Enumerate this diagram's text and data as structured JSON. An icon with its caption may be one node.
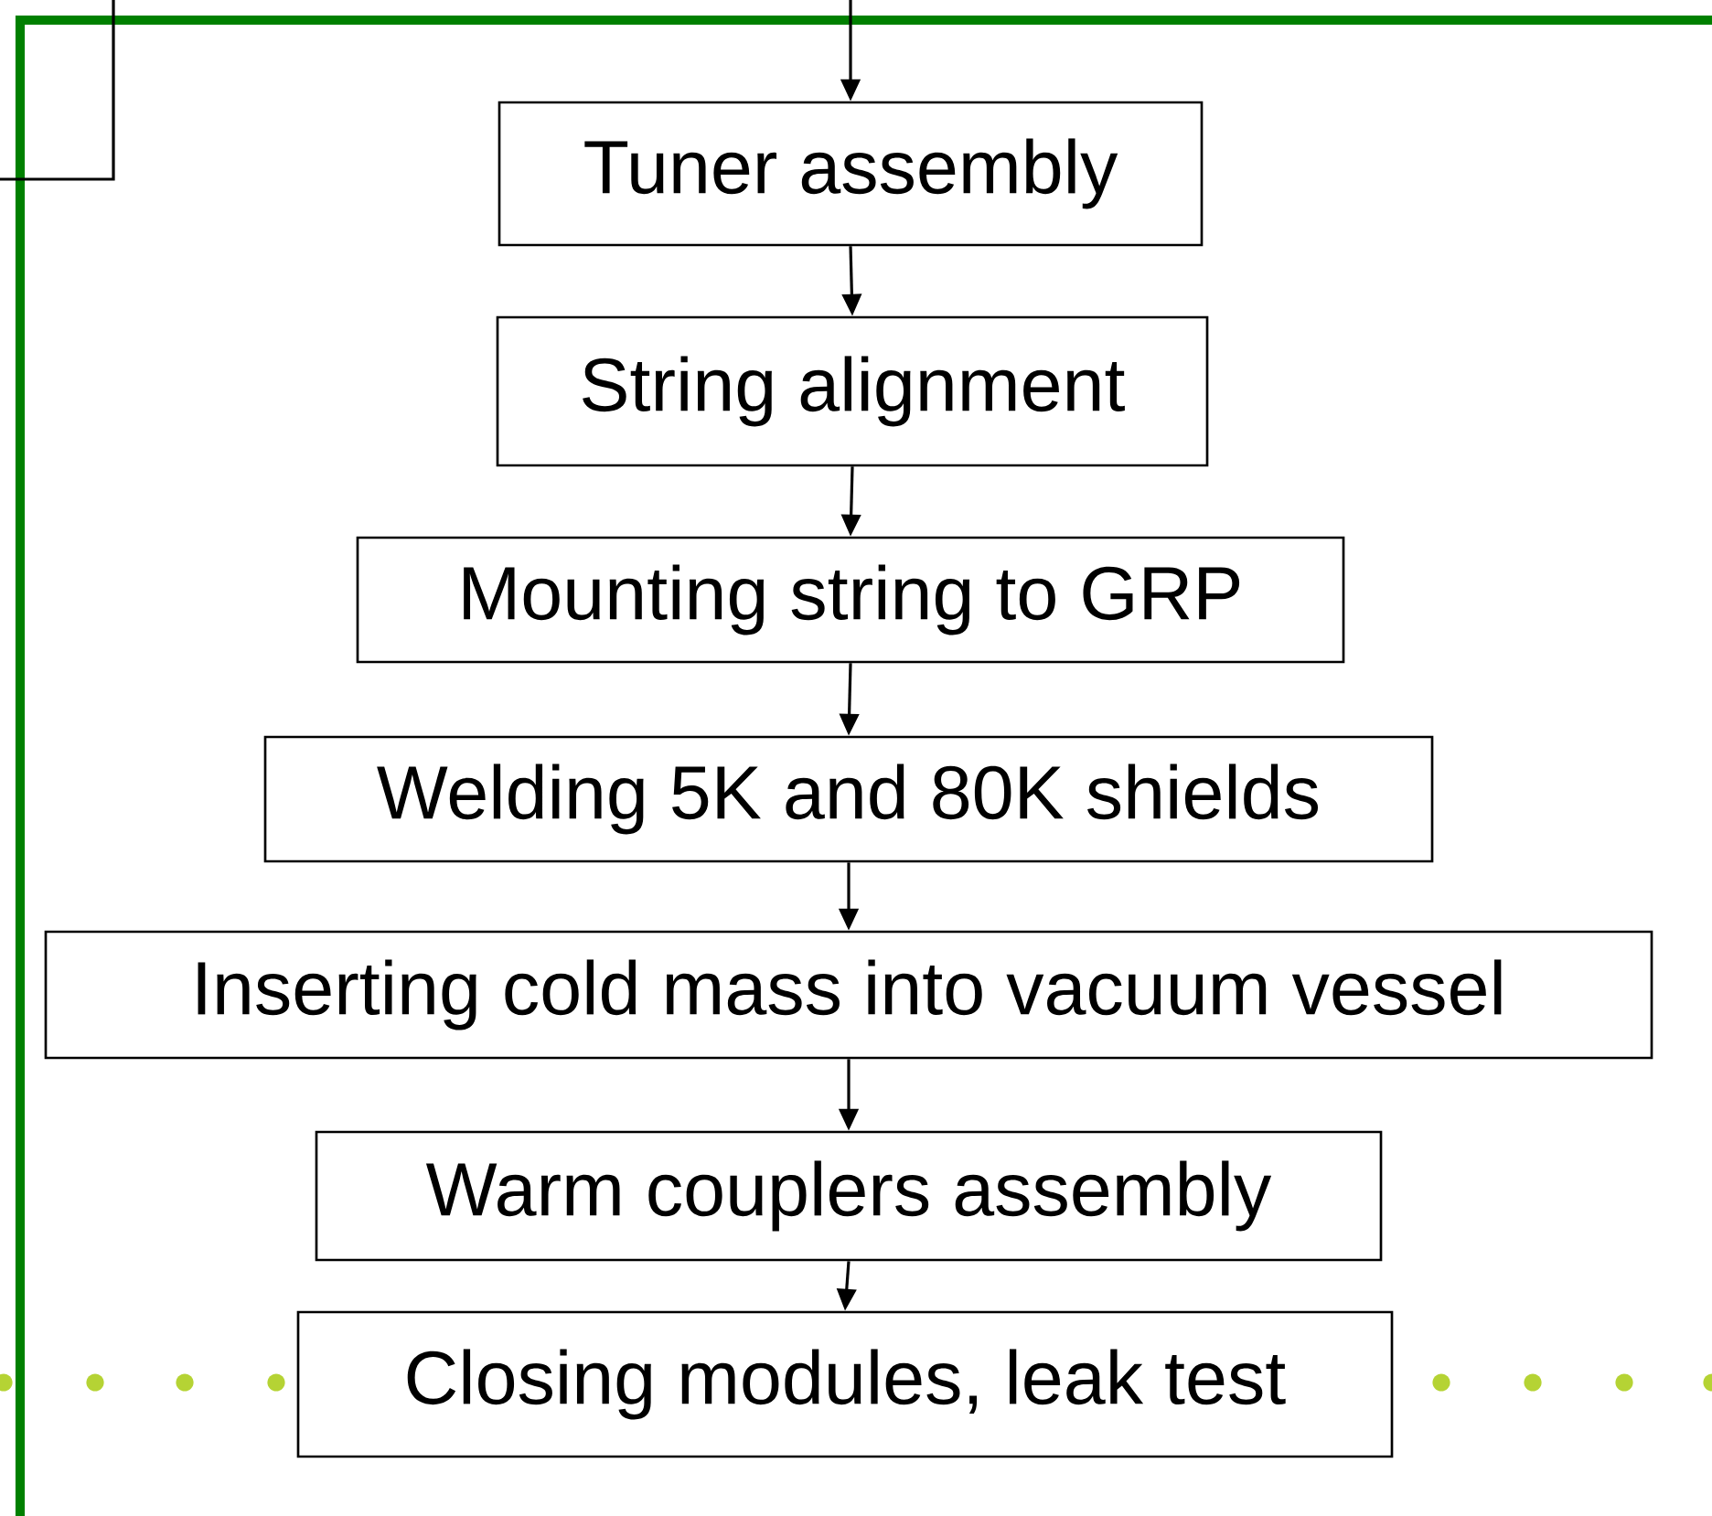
{
  "diagram": {
    "nodes": [
      {
        "text": [
          "Tuner assembly"
        ]
      },
      {
        "text": [
          "String alignment"
        ]
      },
      {
        "text": [
          "Mounting string to GRP"
        ]
      },
      {
        "text": [
          "Welding 5K and 80K shields"
        ]
      },
      {
        "text": [
          "Inserting cold mass into vacuum vessel"
        ]
      },
      {
        "text": [
          "Warm couplers assembly"
        ]
      },
      {
        "text": [
          "Closing modules, leak test"
        ]
      }
    ],
    "edges": [
      {
        "from": null,
        "to": 0,
        "arrow": "to"
      },
      {
        "from": 0,
        "to": 1,
        "arrow": "to"
      },
      {
        "from": 1,
        "to": 2,
        "arrow": "to"
      },
      {
        "from": 2,
        "to": 3,
        "arrow": "to"
      },
      {
        "from": 3,
        "to": 4,
        "arrow": "to"
      },
      {
        "from": 4,
        "to": 5,
        "arrow": "to"
      },
      {
        "from": 5,
        "to": 6,
        "arrow": "to"
      }
    ]
  }
}
